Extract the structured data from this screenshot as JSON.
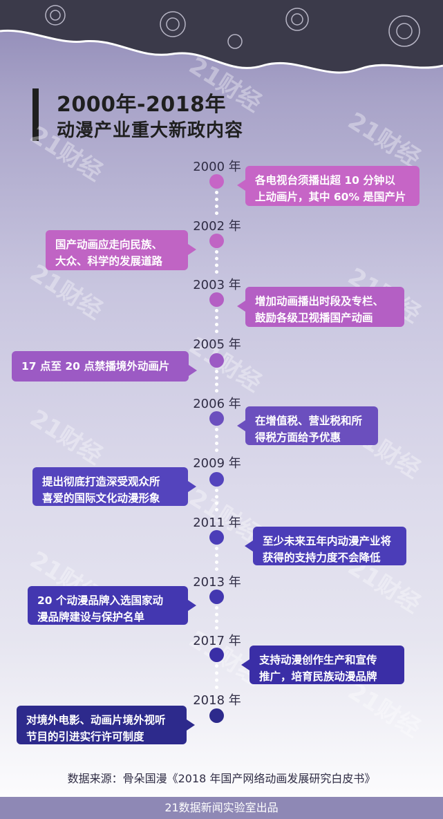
{
  "title": {
    "line1": "2000年-2018年",
    "line2": "动漫产业重大新政内容"
  },
  "watermark": "21财经",
  "timeline": [
    {
      "year": "2000 年",
      "text": [
        "各电视台须播出超 10 分钟以",
        "上动画片，其中 60% 是国产片"
      ],
      "color": "#c665c6"
    },
    {
      "year": "2002 年",
      "text": [
        "国产动画应走向民族、",
        "大众、科学的发展道路"
      ],
      "color": "#c064c4"
    },
    {
      "year": "2003 年",
      "text": [
        "增加动画播出时段及专栏、",
        "鼓励各级卫视播国产动画"
      ],
      "color": "#b45fc4"
    },
    {
      "year": "2005 年",
      "text": [
        "17 点至 20 点禁播境外动画片"
      ],
      "color": "#9c5ac4"
    },
    {
      "year": "2006 年",
      "text": [
        "在增值税、营业税和所",
        "得税方面给予优惠"
      ],
      "color": "#6b4fbe"
    },
    {
      "year": "2009 年",
      "text": [
        "提出彻底打造深受观众所",
        "喜爱的国际文化动漫形象"
      ],
      "color": "#5444bd"
    },
    {
      "year": "2011 年",
      "text": [
        "至少未来五年内动漫产业将",
        "获得的支持力度不会降低"
      ],
      "color": "#4b3db8"
    },
    {
      "year": "2013 年",
      "text": [
        "20 个动漫品牌入选国家动",
        "漫品牌建设与保护名单"
      ],
      "color": "#4337b0"
    },
    {
      "year": "2017 年",
      "text": [
        "支持动漫创作生产和宣传",
        "推广，培育民族动漫品牌"
      ],
      "color": "#3a2ea6"
    },
    {
      "year": "2018 年",
      "text": [
        "对境外电影、动画片境外视听",
        "节目的引进实行许可制度"
      ],
      "color": "#2d2a8c"
    }
  ],
  "source": "数据来源：骨朵国漫《2018 年国产网络动画发展研究白皮书》",
  "footer": "21数据新闻实验室出品"
}
